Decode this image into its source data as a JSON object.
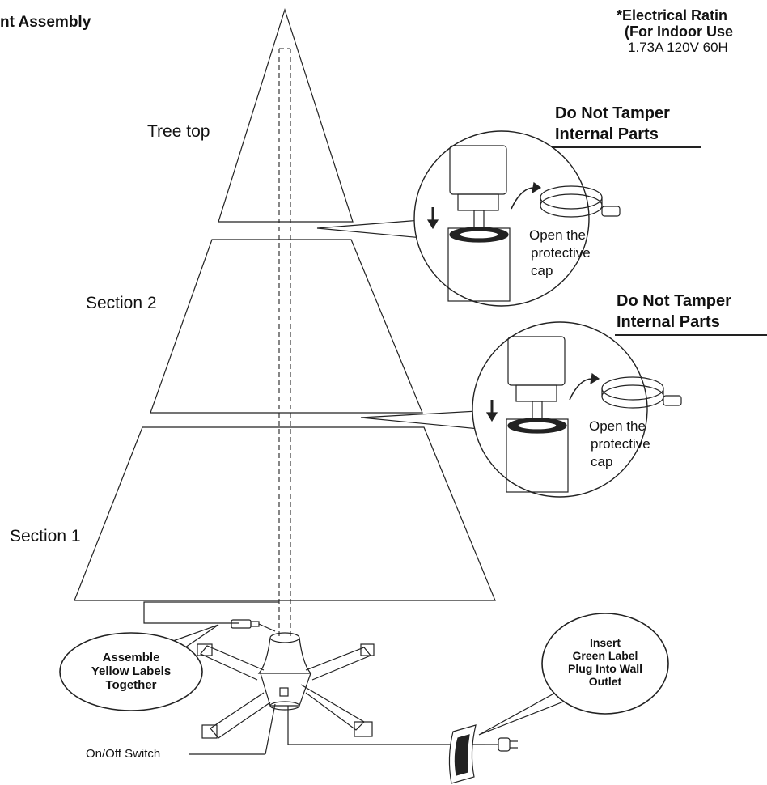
{
  "header": {
    "title": "nt Assembly",
    "rating_line1": "*Electrical Ratin",
    "rating_line2": "(For Indoor Use",
    "rating_line3": "1.73A 120V 60H"
  },
  "sections": {
    "tree_top": "Tree top",
    "section2": "Section 2",
    "section1": "Section 1"
  },
  "callout_top": {
    "warning_line1": "Do Not Tamper",
    "warning_line2": "Internal Parts",
    "cap_line1": "Open the",
    "cap_line2": "protective",
    "cap_line3": "cap"
  },
  "callout_mid": {
    "warning_line1": "Do Not Tamper",
    "warning_line2": "Internal Parts",
    "cap_line1": "Open the",
    "cap_line2": "protective",
    "cap_line3": "cap"
  },
  "yellow_bubble": {
    "line1": "Assemble",
    "line2": "Yellow Labels",
    "line3": "Together"
  },
  "green_bubble": {
    "line1": "Insert",
    "line2": "Green Label",
    "line3": "Plug Into Wall",
    "line4": "Outlet"
  },
  "switch_label": "On/Off Switch"
}
